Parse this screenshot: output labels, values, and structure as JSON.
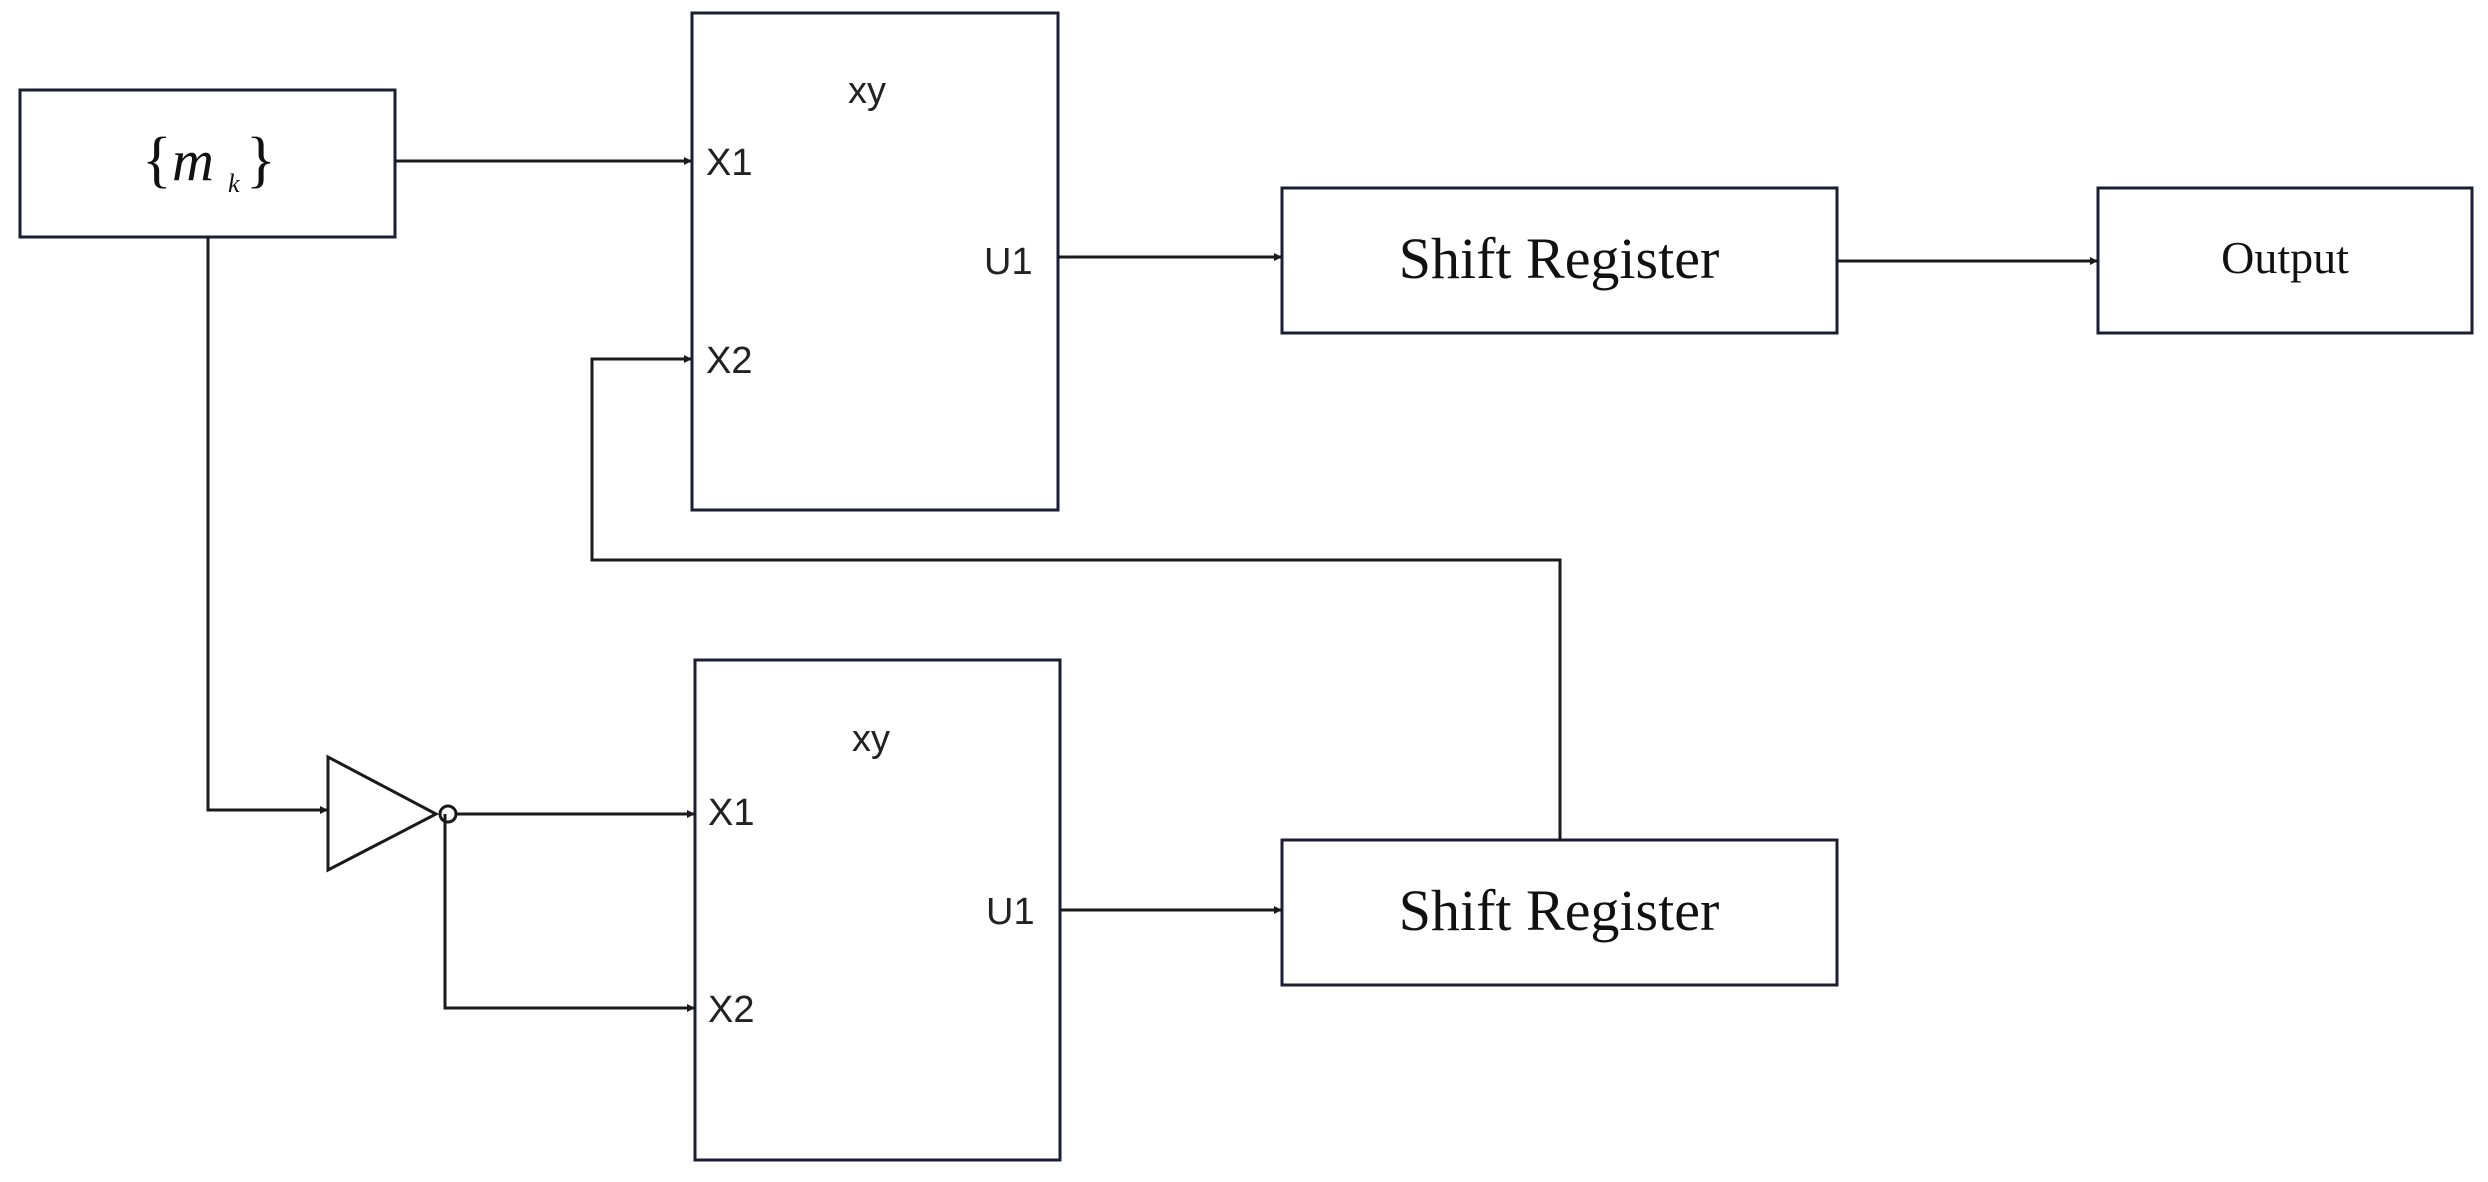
{
  "source": {
    "symbol": "m",
    "subscript": "k",
    "brace_open": "{",
    "brace_close": "}"
  },
  "multiplier_top": {
    "title": "xy",
    "in1": "X1",
    "in2": "X2",
    "out": "U1"
  },
  "multiplier_bottom": {
    "title": "xy",
    "in1": "X1",
    "in2": "X2",
    "out": "U1"
  },
  "shift_register_top": {
    "label": "Shift Register"
  },
  "shift_register_bottom": {
    "label": "Shift Register"
  },
  "output": {
    "label": "Output"
  },
  "colors": {
    "box_stroke": "#1a1f36",
    "wire": "#1a1a1a"
  }
}
